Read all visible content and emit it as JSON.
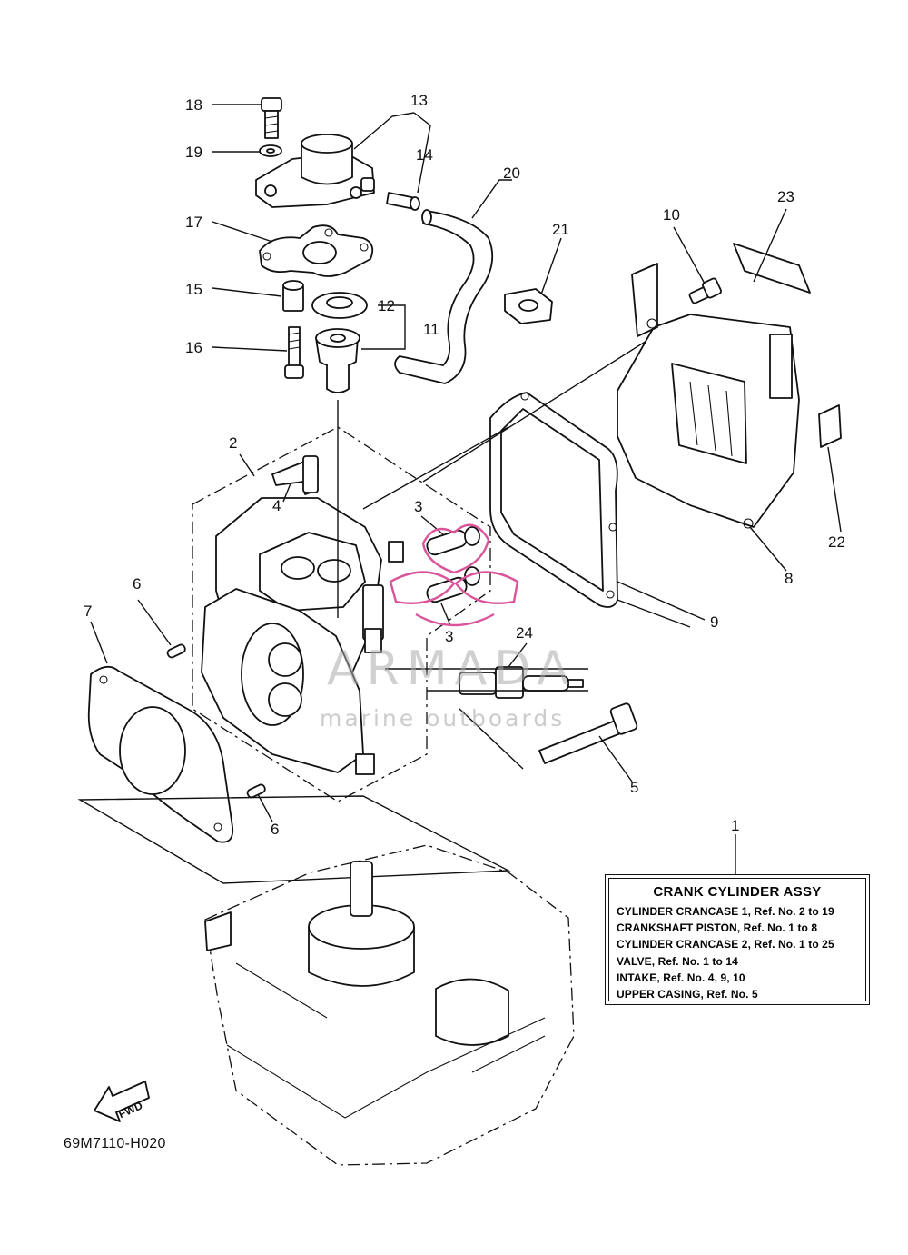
{
  "callouts": [
    {
      "id": "c1",
      "text": "1"
    },
    {
      "id": "c2",
      "text": "2"
    },
    {
      "id": "c3a",
      "text": "3"
    },
    {
      "id": "c3b",
      "text": "3"
    },
    {
      "id": "c4",
      "text": "4"
    },
    {
      "id": "c5",
      "text": "5"
    },
    {
      "id": "c6a",
      "text": "6"
    },
    {
      "id": "c6b",
      "text": "6"
    },
    {
      "id": "c7",
      "text": "7"
    },
    {
      "id": "c8",
      "text": "8"
    },
    {
      "id": "c9",
      "text": "9"
    },
    {
      "id": "c10",
      "text": "10"
    },
    {
      "id": "c11",
      "text": "11"
    },
    {
      "id": "c12",
      "text": "12"
    },
    {
      "id": "c13",
      "text": "13"
    },
    {
      "id": "c14",
      "text": "14"
    },
    {
      "id": "c15",
      "text": "15"
    },
    {
      "id": "c16",
      "text": "16"
    },
    {
      "id": "c17",
      "text": "17"
    },
    {
      "id": "c18",
      "text": "18"
    },
    {
      "id": "c19",
      "text": "19"
    },
    {
      "id": "c20",
      "text": "20"
    },
    {
      "id": "c21",
      "text": "21"
    },
    {
      "id": "c22",
      "text": "22"
    },
    {
      "id": "c23",
      "text": "23"
    },
    {
      "id": "c24",
      "text": "24"
    }
  ],
  "legend": {
    "title": "CRANK CYLINDER ASSY",
    "rows": [
      "CYLINDER CRANCASE 1,  Ref. No. 2 to 19",
      "CRANKSHAFT PISTON,  Ref. No. 1 to 8",
      "CYLINDER CRANCASE 2,  Ref. No. 1 to 25",
      "VALVE,  Ref. No. 1 to 14",
      "INTAKE,  Ref. No. 4, 9, 10",
      "UPPER CASING,  Ref. No. 5"
    ]
  },
  "fwd_label": "FWD",
  "drawing_code": "69M7110-H020",
  "watermark": {
    "brand": "ARMADA",
    "tagline": "marine outboards",
    "accent_color": "#d9549a"
  }
}
